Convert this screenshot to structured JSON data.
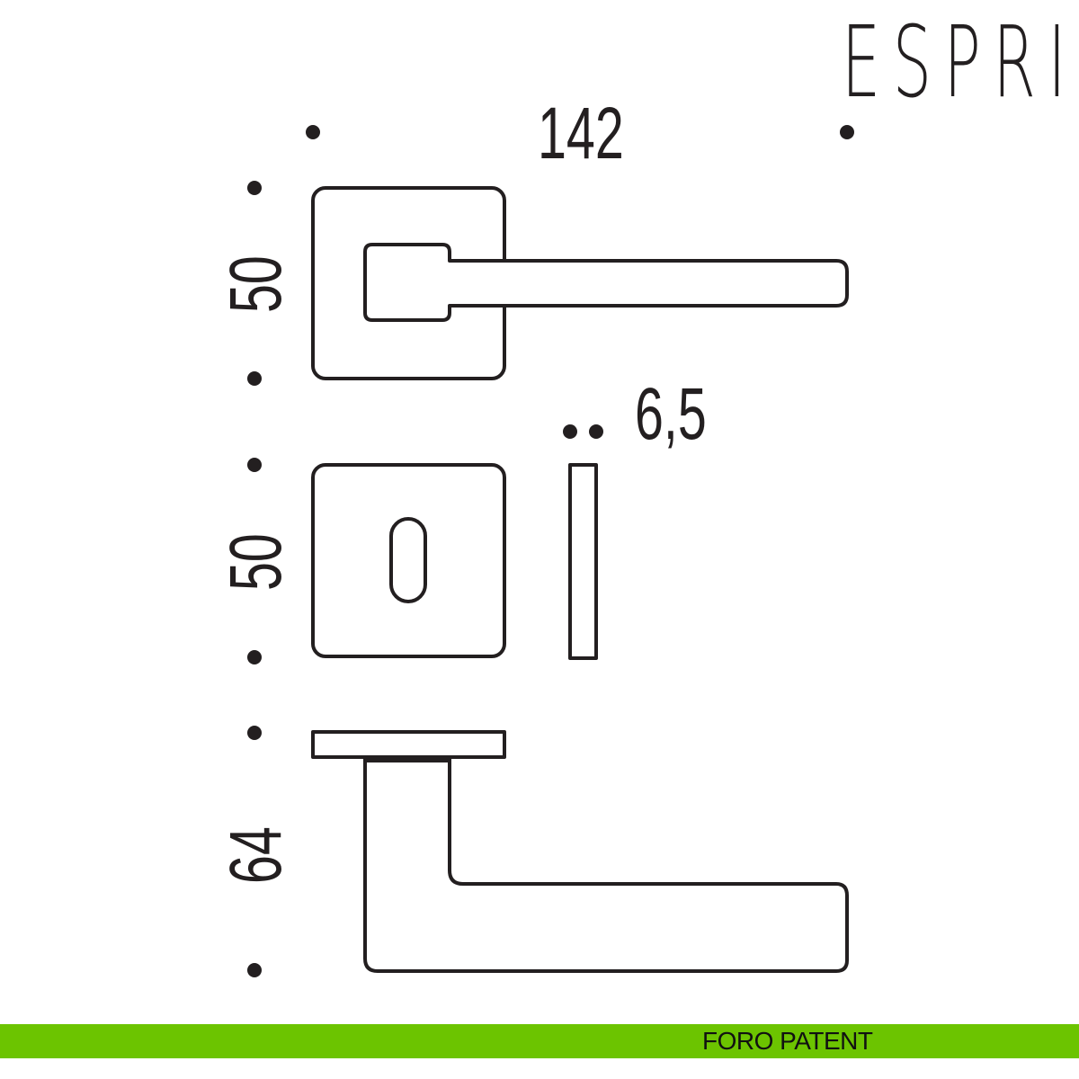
{
  "brand": "ESPRIT",
  "dimensions": {
    "length": "142",
    "rose_height": "50",
    "escutcheon_height": "50",
    "thickness": "6,5",
    "projection": "64"
  },
  "footer": {
    "label": "FORO PATENT",
    "color": "#6cc400"
  }
}
